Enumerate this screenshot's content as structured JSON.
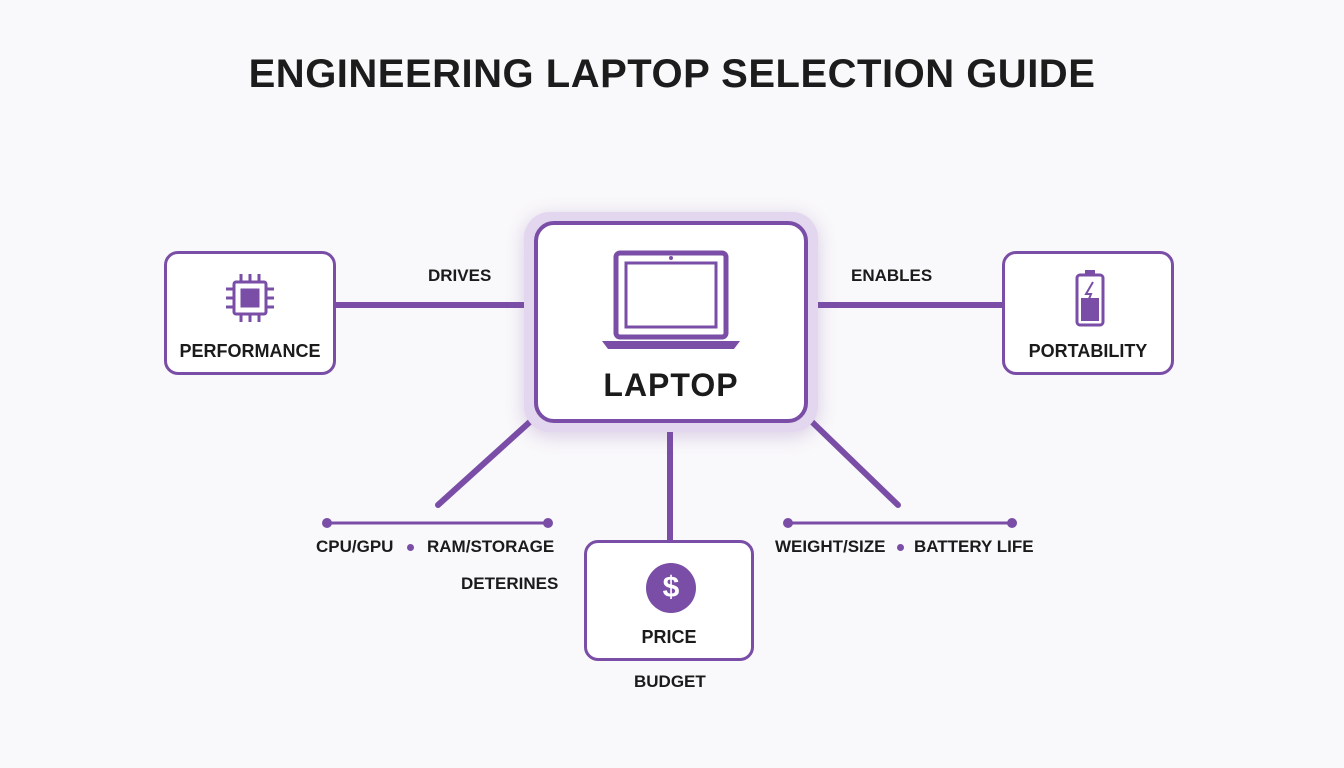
{
  "title": "ENGINEERING LAPTOP SELECTION GUIDE",
  "colors": {
    "accent": "#7a4ea6",
    "text": "#1b1b1b",
    "background": "#f9f8fa",
    "center_glow": "#e3d6ef"
  },
  "center": {
    "label": "LAPTOP",
    "icon": "laptop-icon"
  },
  "nodes": {
    "performance": {
      "label": "PERFORMANCE",
      "icon": "cpu-chip-icon"
    },
    "portability": {
      "label": "PORTABILITY",
      "icon": "battery-icon"
    },
    "price": {
      "label": "PRICE",
      "icon": "dollar-icon",
      "glyph": "$"
    }
  },
  "edges": {
    "performance": "DRIVES",
    "portability": "ENABLES",
    "price_left": "DETERINES",
    "price_bottom": "BUDGET"
  },
  "attributes": {
    "performance": [
      "CPU/GPU",
      "RAM/STORAGE"
    ],
    "portability": [
      "WEIGHT/SIZE",
      "BATTERY LIFE"
    ]
  }
}
